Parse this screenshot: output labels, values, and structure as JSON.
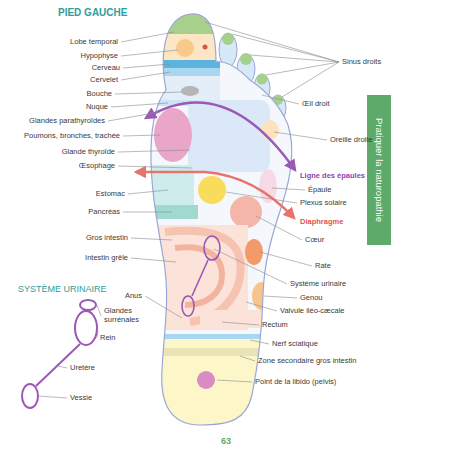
{
  "diagram": {
    "title": "PIED GAUCHE",
    "nodes": [
      {
        "text": [
          "Pratiquer la naturopathie"
        ]
      }
    ],
    "labels": [
      "Lobe temporal",
      "Hypophyse",
      "Cerveau",
      "Cervelet",
      "Bouche",
      "Nuque",
      "Glandes parathyroïdes",
      "Poumons, bronches, trachée",
      "Glande thyroïde",
      "Œsophage",
      "Estomac",
      "Pancréas",
      "Gros intestin",
      "Intestin grêle",
      "Anus",
      "Sinus droits",
      "Œil droit",
      "Oreille droite",
      "Ligne des épaules",
      "Épaule",
      "Plexus solaire",
      "Diaphragme",
      "Cœur",
      "Rate",
      "Système urinaire",
      "Genou",
      "Valvule iléo-cæcale",
      "Rectum",
      "Nerf sciatique",
      "Zone secondaire gros intestin",
      "Point de la libido (pelvis)",
      "SYSTÈME URINAIRE",
      "Glandes surrénales",
      "Rein",
      "Uretère",
      "Vessie",
      "63"
    ]
  }
}
